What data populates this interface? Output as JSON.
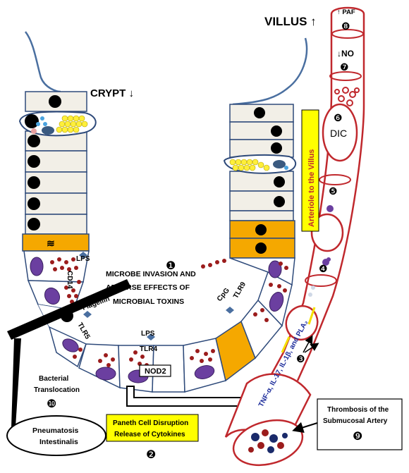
{
  "labels": {
    "villus": "VILLUS ↑",
    "crypt": "CRYPT ↓",
    "microbe_line1": "MICROBE INVASION AND",
    "microbe_line2": "ADVERSE EFFECTS OF",
    "microbe_line3": "MICROBIAL TOXINS",
    "paneth_line1": "Paneth Cell Disruption",
    "paneth_line2": "Release of Cytokines",
    "bacterial_line1": "Bacterial",
    "bacterial_line2": "Translocation",
    "pneumatosis_line1": "Pneumatosis",
    "pneumatosis_line2": "Intestinalis",
    "thrombosis_line1": "Thrombosis of the",
    "thrombosis_line2": "Submucosal Artery",
    "arteriole": "Arteriole to the Villus",
    "cytokines": "TNF-α, IL-17, IL-1β, and PLA₂",
    "paf": "↑ PAF",
    "no": "↓NO",
    "dic": "DIC",
    "lps_top": "LPS",
    "cd14": "CD14",
    "flagellin": "Flagellin",
    "tlr5": "TLR5",
    "lps_bottom": "LPS",
    "tlr4": "TLR4",
    "nod2": "NOD2",
    "cpg": "CpG",
    "tlr9": "TLR9"
  },
  "steps": {
    "s1": "❶",
    "s2": "❷",
    "s3": "❸",
    "s4": "❹",
    "s5": "❺",
    "s6": "❻",
    "s7": "❼",
    "s8": "❽",
    "s9": "❾",
    "s10": "❿"
  },
  "colors": {
    "vessel": "#c0282d",
    "cell_outline": "#2e4a7a",
    "nucleus_purple": "#6b3fa0",
    "paneth_gold": "#f5a800",
    "highlight_yellow": "#ffff00",
    "villus_line": "#4a6fa0",
    "cytokine_text": "#1a2a9a",
    "receptor_blue": "#4a6fa0"
  }
}
